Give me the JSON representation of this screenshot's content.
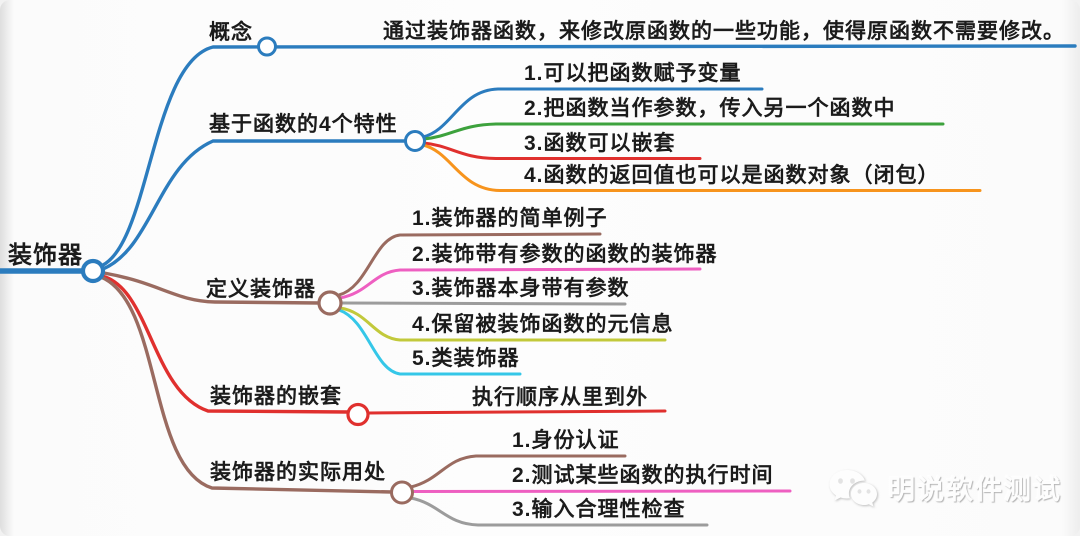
{
  "colors": {
    "blue": "#2b7cbe",
    "green": "#3da23d",
    "red": "#e0302e",
    "orange": "#f7941d",
    "brown": "#9a6b60",
    "pink": "#ee5fc1",
    "gray": "#9c9c9c",
    "olive": "#c2c93b",
    "cyan": "#35c7e8",
    "text": "#1b1b1b"
  },
  "root": {
    "label": "装饰器"
  },
  "branches": [
    {
      "label": "概念",
      "children": [
        {
          "label": "通过装饰器函数，来修改原函数的一些功能，使得原函数不需要修改。"
        }
      ]
    },
    {
      "label": "基于函数的4个特性",
      "children": [
        {
          "label": "1.可以把函数赋予变量"
        },
        {
          "label": "2.把函数当作参数，传入另一个函数中"
        },
        {
          "label": "3.函数可以嵌套"
        },
        {
          "label": "4.函数的返回值也可以是函数对象（闭包）"
        }
      ]
    },
    {
      "label": "定义装饰器",
      "children": [
        {
          "label": "1.装饰器的简单例子"
        },
        {
          "label": "2.装饰带有参数的函数的装饰器"
        },
        {
          "label": "3.装饰器本身带有参数"
        },
        {
          "label": "4.保留被装饰函数的元信息"
        },
        {
          "label": "5.类装饰器"
        }
      ]
    },
    {
      "label": "装饰器的嵌套",
      "children": [
        {
          "label": "执行顺序从里到外"
        }
      ]
    },
    {
      "label": "装饰器的实际用处",
      "children": [
        {
          "label": "1.身份认证"
        },
        {
          "label": "2.测试某些函数的执行时间"
        },
        {
          "label": "3.输入合理性检查"
        }
      ]
    }
  ],
  "watermark": {
    "label": "明说软件测试"
  }
}
